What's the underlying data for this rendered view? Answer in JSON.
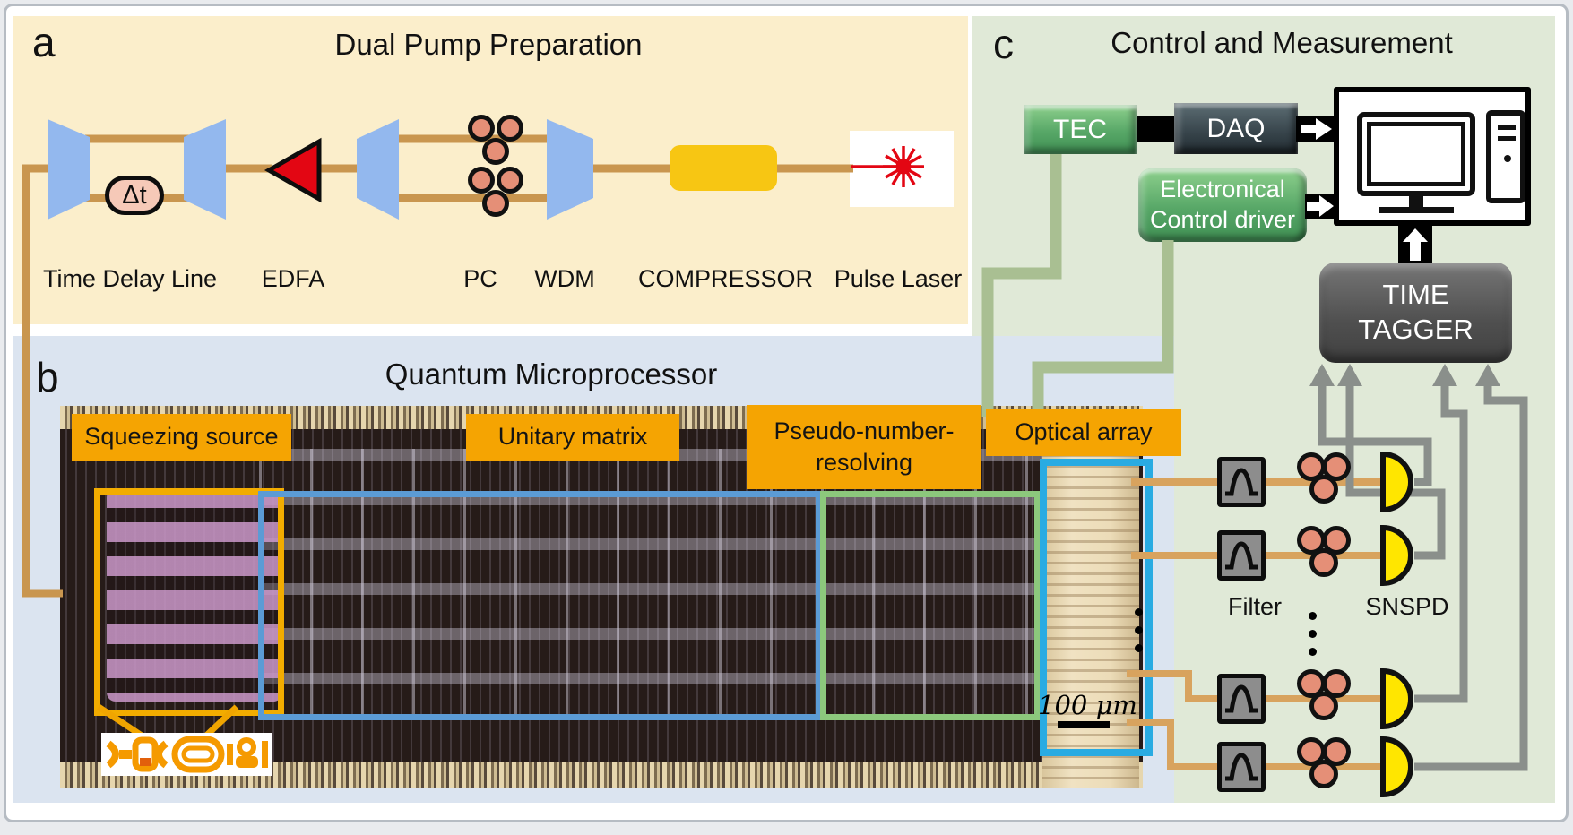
{
  "figure": {
    "panel_a": {
      "label": "a",
      "title": "Dual Pump Preparation",
      "delay_label": "Δt",
      "components": [
        {
          "label": "Time Delay Line"
        },
        {
          "label": "EDFA"
        },
        {
          "label": "PC"
        },
        {
          "label": "WDM"
        },
        {
          "label": "COMPRESSOR"
        },
        {
          "label": "Pulse Laser"
        }
      ]
    },
    "panel_b": {
      "label": "b",
      "title": "Quantum Microprocessor",
      "regions": [
        {
          "label": "Squeezing source"
        },
        {
          "label": "Unitary matrix"
        },
        {
          "label": "Pseudo-number-resolving"
        },
        {
          "label": "Optical array"
        }
      ],
      "scale_bar_label": "100 μm"
    },
    "panel_c": {
      "label": "c",
      "title": "Control and Measurement",
      "tec_label": "TEC",
      "daq_label": "DAQ",
      "driver_label": "Electronical\nControl driver",
      "time_tagger_label": "TIME\nTAGGER",
      "filter_label": "Filter",
      "snspd_label": "SNSPD"
    },
    "colors": {
      "panel_a_bg": "#fbeecb",
      "panel_b_bg": "#dbe4f0",
      "panel_c_bg": "#e0e9d7",
      "region_label_bg": "#f5a402",
      "fiber": "#c9964f",
      "signal_gray": "#8a8f8b",
      "control_line_green": "#a9bf92",
      "detector_yellow": "#ffe600",
      "pc_paddle": "#e58f77",
      "coupler_blue": "#93b8ee",
      "edfa_red": "#e30613",
      "compressor_yellow": "#f7c613"
    }
  }
}
